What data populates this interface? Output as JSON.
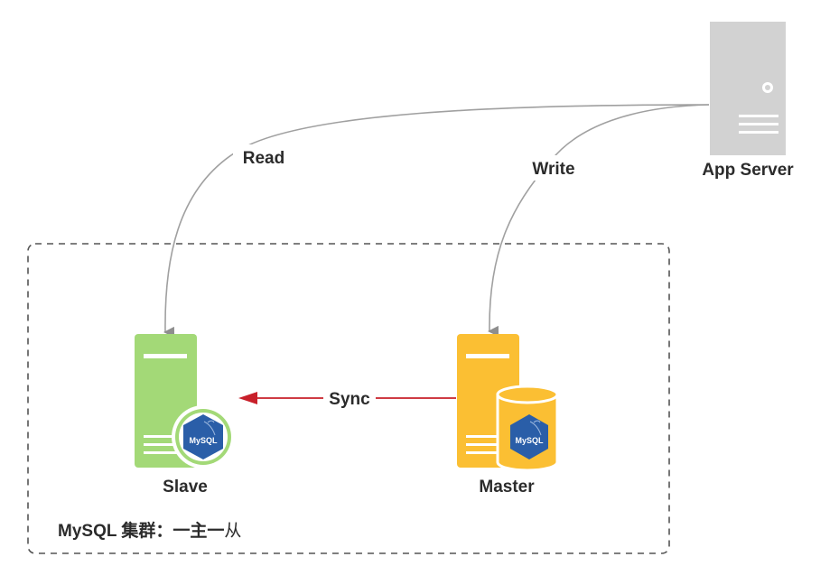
{
  "nodes": {
    "app_server": {
      "label": "App Server"
    },
    "slave": {
      "label": "Slave",
      "badge": "MySQL"
    },
    "master": {
      "label": "Master",
      "badge": "MySQL"
    }
  },
  "edges": {
    "read": {
      "label": "Read"
    },
    "write": {
      "label": "Write"
    },
    "sync": {
      "label": "Sync"
    }
  },
  "cluster": {
    "label_latin": "MySQL ",
    "label_cjk_bold": "集群：一主一",
    "label_cjk_light": "从"
  },
  "colors": {
    "server_gray": "#d2d2d2",
    "slave_green": "#a3d977",
    "master_yellow": "#fbbf33",
    "mysql_blue": "#2a5ea8",
    "sync_red": "#c8202a",
    "connector_gray": "#a0a0a0"
  },
  "icons": {
    "app_server": "server-icon",
    "slave": "database-server-icon",
    "master": "database-server-icon",
    "mysql": "mysql-dolphin-icon"
  }
}
